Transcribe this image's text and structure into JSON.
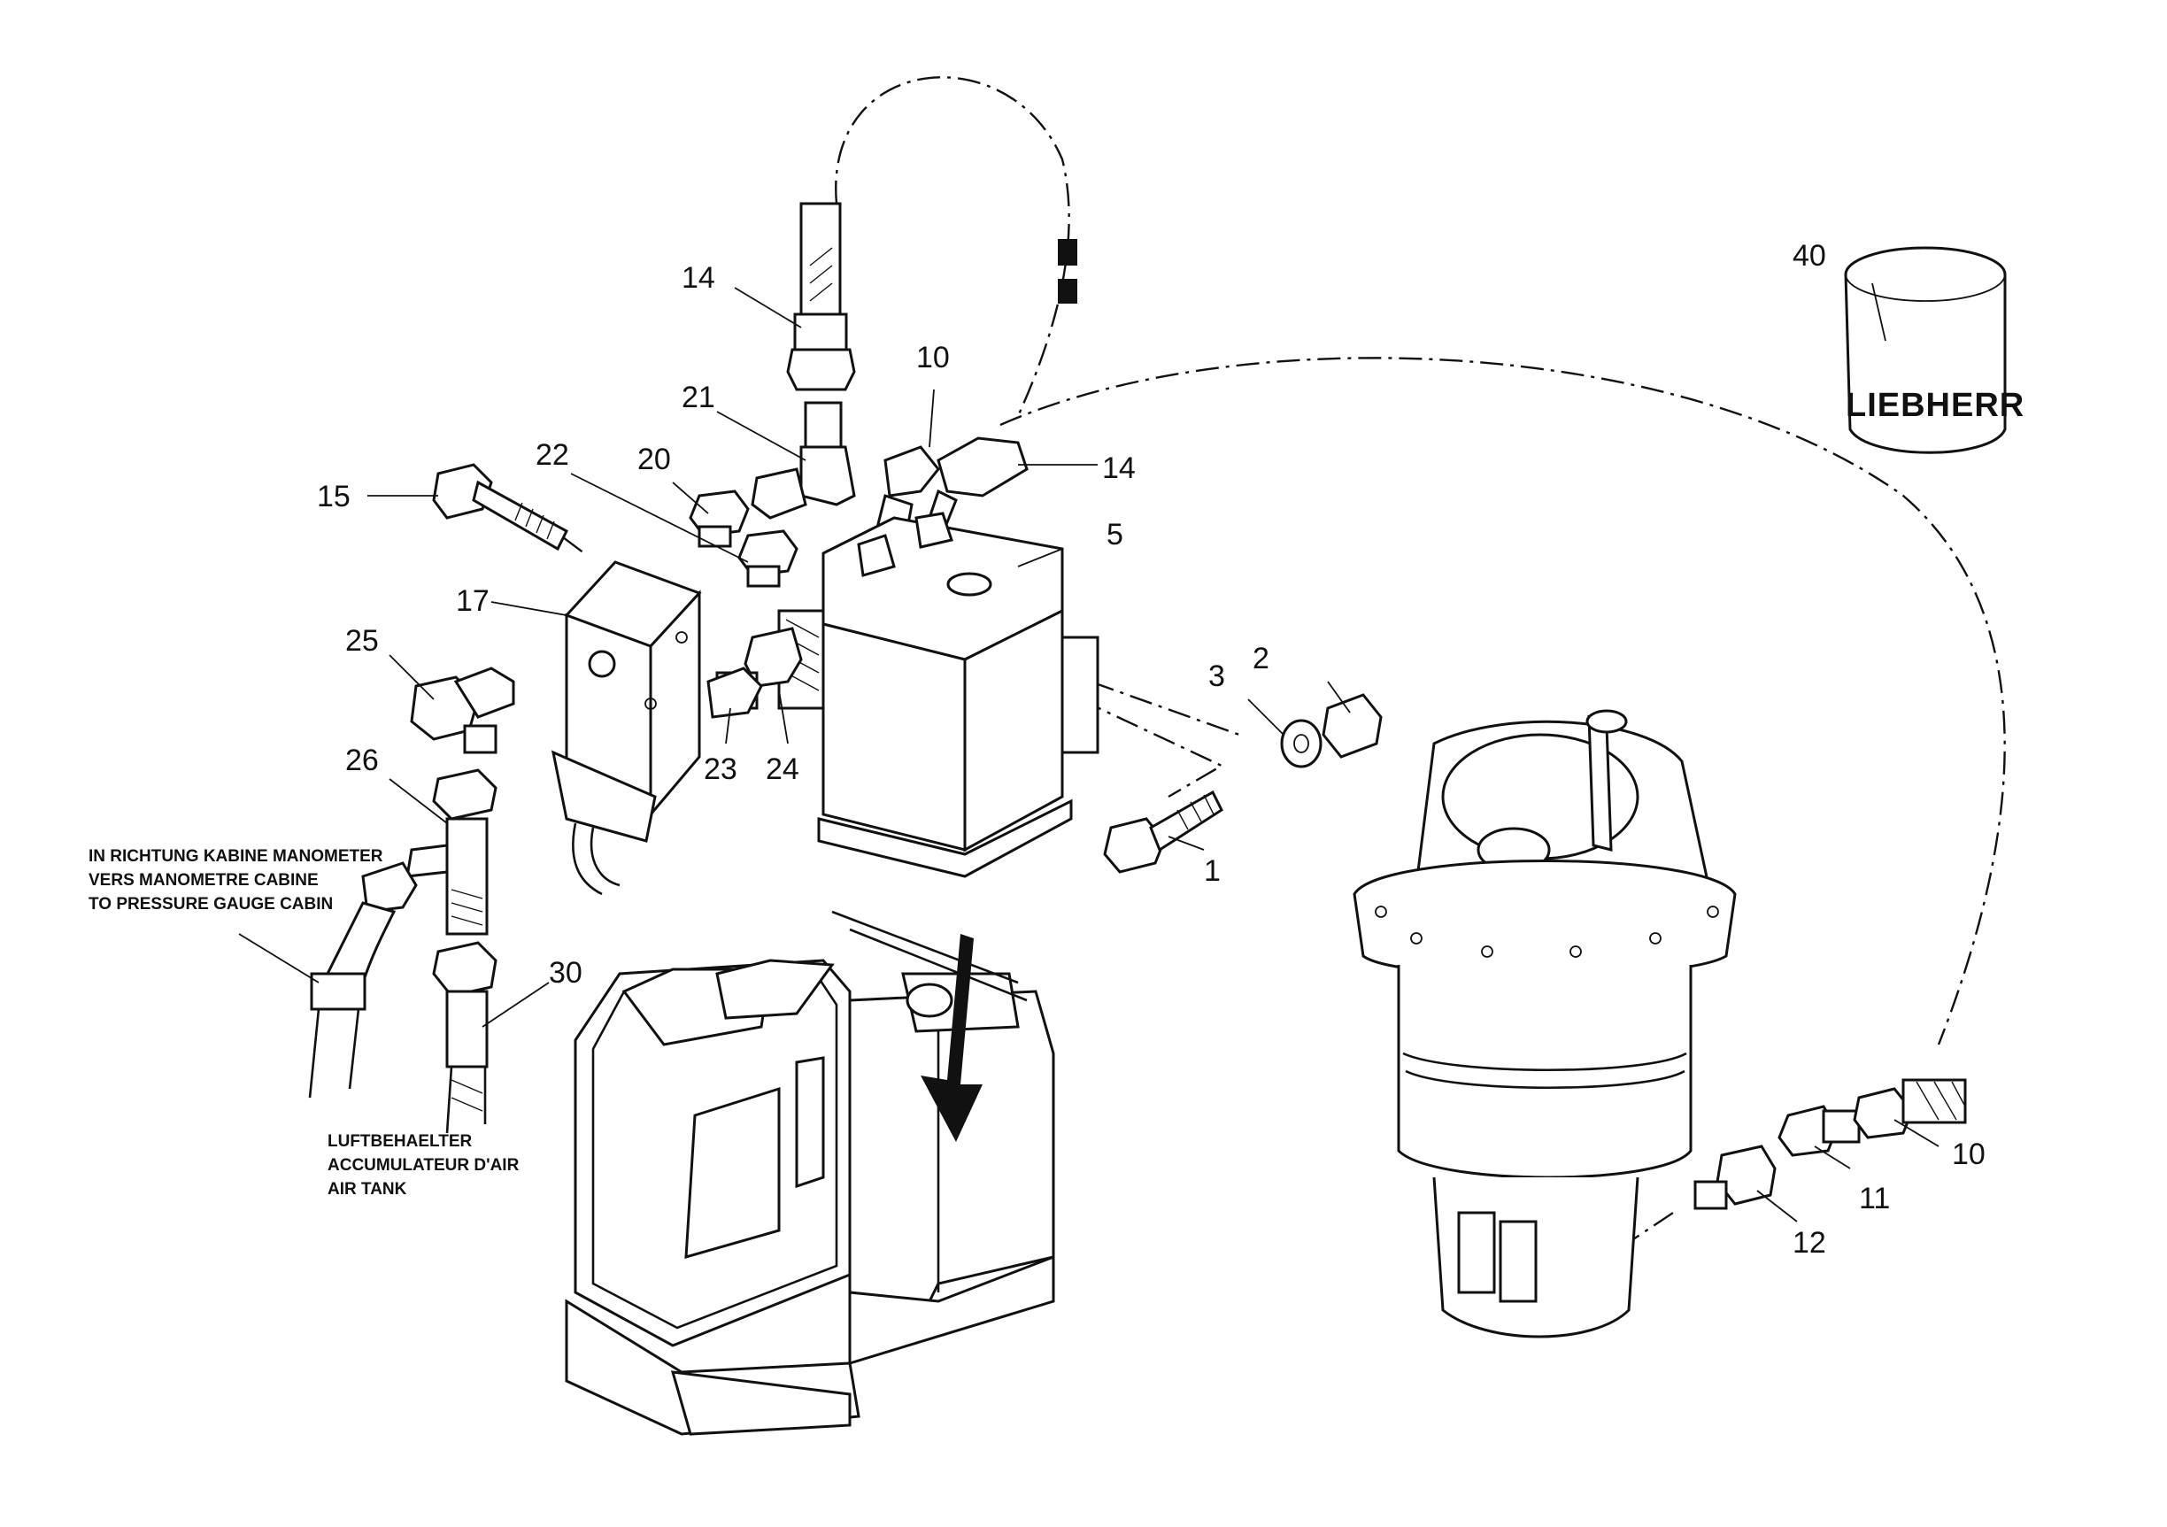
{
  "callouts": [
    {
      "label": "1"
    },
    {
      "label": "2"
    },
    {
      "label": "3"
    },
    {
      "label": "5"
    },
    {
      "label": "10"
    },
    {
      "label": "10"
    },
    {
      "label": "11"
    },
    {
      "label": "12"
    },
    {
      "label": "14"
    },
    {
      "label": "14"
    },
    {
      "label": "15"
    },
    {
      "label": "17"
    },
    {
      "label": "20"
    },
    {
      "label": "21"
    },
    {
      "label": "22"
    },
    {
      "label": "23"
    },
    {
      "label": "24"
    },
    {
      "label": "25"
    },
    {
      "label": "26"
    },
    {
      "label": "30"
    },
    {
      "label": "40"
    }
  ],
  "notes": {
    "cabin_gauge": [
      "IN RICHTUNG KABINE MANOMETER",
      "VERS MANOMETRE CABINE",
      "TO PRESSURE GAUGE CABIN"
    ],
    "air_tank": [
      "LUFTBEHAELTER",
      "ACCUMULATEUR D'AIR",
      "AIR TANK"
    ]
  },
  "container_label": "LIEBHERR"
}
